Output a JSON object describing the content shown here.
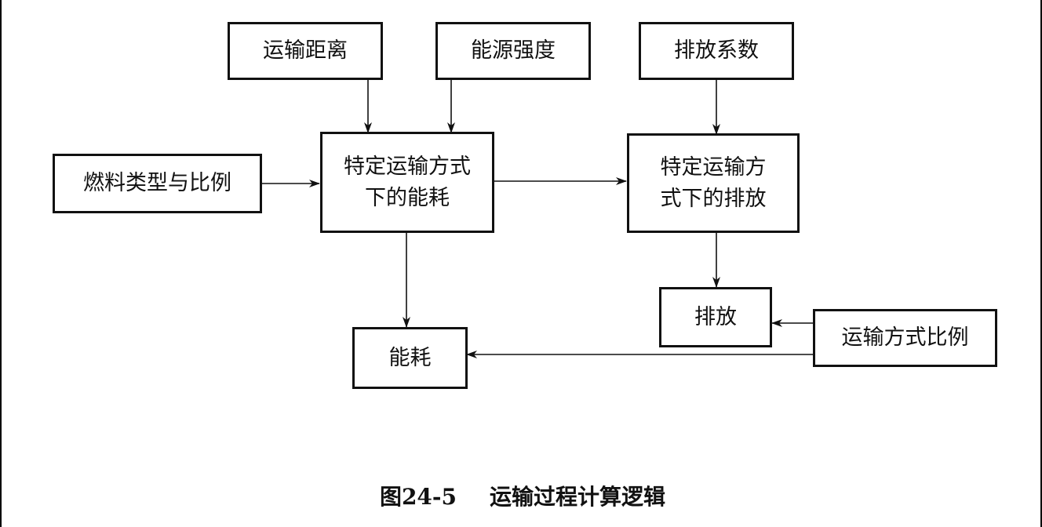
{
  "nodes": {
    "distance": "运输距离",
    "energy_intensity": "能源强度",
    "emission_factor": "排放系数",
    "fuel_mix": "燃料类型与比例",
    "mode_energy": [
      "特定运输方式",
      "下的能耗"
    ],
    "mode_emission": [
      "特定运输方",
      "式下的排放"
    ],
    "emission": "排放",
    "mode_share": "运输方式比例",
    "energy": "能耗"
  },
  "caption": {
    "number": "图24-5",
    "title": "运输过程计算逻辑"
  }
}
